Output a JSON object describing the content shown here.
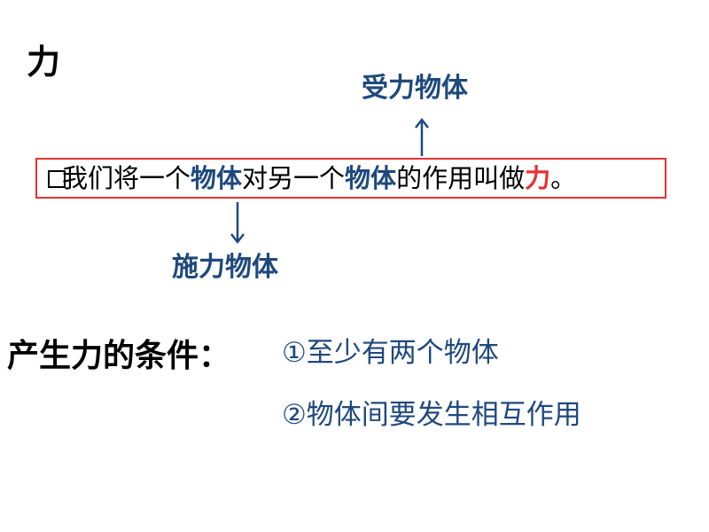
{
  "title": "力",
  "definition": {
    "part1": "我们将一个",
    "object1": "物体",
    "part2": "对另一个",
    "object2": "物体",
    "part3": "的作用叫做",
    "keyword": "力",
    "ending": "。"
  },
  "labels": {
    "receiver": "受力物体",
    "applier": "施力物体"
  },
  "conditions": {
    "label": "产生力的条件：",
    "items": [
      "①至少有两个物体",
      "②物体间要发生相互作用"
    ]
  },
  "colors": {
    "highlight_blue": "#1f497d",
    "keyword_red": "#e53333",
    "box_border": "#e53333",
    "arrow": "#1f497d"
  }
}
